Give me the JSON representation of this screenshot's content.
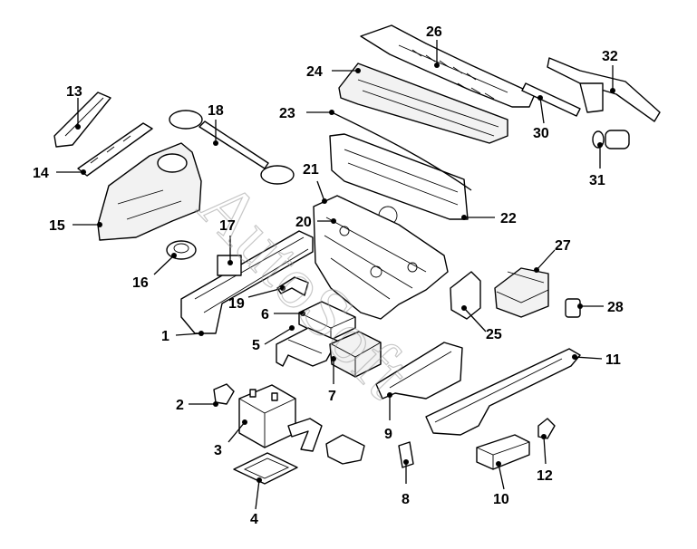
{
  "watermark": "AutoSoft",
  "callouts": [
    "1",
    "2",
    "3",
    "4",
    "5",
    "6",
    "7",
    "8",
    "9",
    "10",
    "11",
    "12",
    "13",
    "14",
    "15",
    "16",
    "17",
    "18",
    "19",
    "20",
    "21",
    "22",
    "23",
    "24",
    "25",
    "26",
    "27",
    "28",
    "30",
    "31",
    "32"
  ]
}
